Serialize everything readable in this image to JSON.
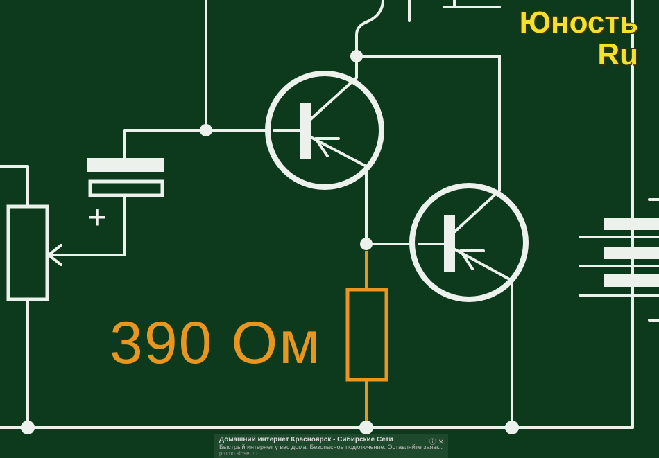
{
  "brand": {
    "line1": "Юность",
    "line2": "Ru"
  },
  "resistor_label": "390 Ом",
  "capacitor_polarity": "+",
  "battery_marks": {
    "top": "-",
    "bottom": "-"
  },
  "ad": {
    "title": "Домашний интернет Красноярск - Сибирские Сети",
    "text": "Быстрый интернет у вас дома. Безопасное подключение. Оставляйте заявк...",
    "url": "promo.sibset.ru",
    "info_icon": "info-icon",
    "close_icon": "close-icon"
  },
  "colors": {
    "background": "#0d3a1c",
    "wire": "#ecf1ec",
    "resistor_highlight": "#e8961f",
    "brand": "#f4e22a"
  }
}
